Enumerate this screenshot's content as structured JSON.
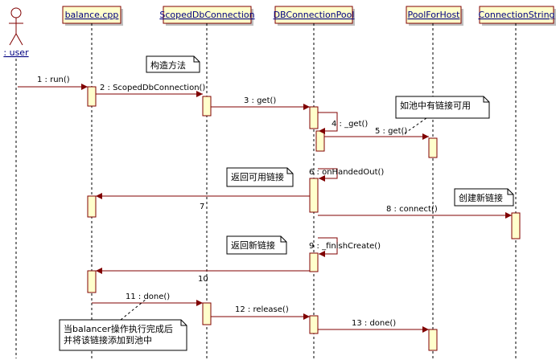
{
  "actor": {
    "name": ": user"
  },
  "lifelines": [
    {
      "id": "balance",
      "label": "balance.cpp"
    },
    {
      "id": "scoped",
      "label": "ScopedDbConnection"
    },
    {
      "id": "pool",
      "label": "DBConnectionPool"
    },
    {
      "id": "host",
      "label": "PoolForHost"
    },
    {
      "id": "connstr",
      "label": "ConnectionString"
    }
  ],
  "messages": [
    {
      "label": "1 : run()"
    },
    {
      "label": "2 : ScopedDbConnection()"
    },
    {
      "label": "3 : get()"
    },
    {
      "label": "4 : _get()"
    },
    {
      "label": "5 : get()"
    },
    {
      "label": "6 : onHandedOut()"
    },
    {
      "label": "7"
    },
    {
      "label": "8 : connect()"
    },
    {
      "label": "9 : _finishCreate()"
    },
    {
      "label": "10"
    },
    {
      "label": "11 : done()"
    },
    {
      "label": "12 : release()"
    },
    {
      "label": "13 : done()"
    }
  ],
  "notes": [
    {
      "lines": [
        "构造方法"
      ]
    },
    {
      "lines": [
        "如池中有链接可用"
      ]
    },
    {
      "lines": [
        "返回可用链接"
      ]
    },
    {
      "lines": [
        "创建新链接"
      ]
    },
    {
      "lines": [
        "返回新链接"
      ]
    },
    {
      "lines": [
        "当balancer操作执行完成后",
        "并将该链接添加到池中"
      ]
    }
  ],
  "colors": {
    "message_line": "#800000",
    "activation_fill": "#ffffcc",
    "activation_border": "#800000",
    "header_fill": "#ffffcc",
    "header_text": "#000080",
    "note_fill": "#ffffff",
    "background": "#ffffff"
  }
}
